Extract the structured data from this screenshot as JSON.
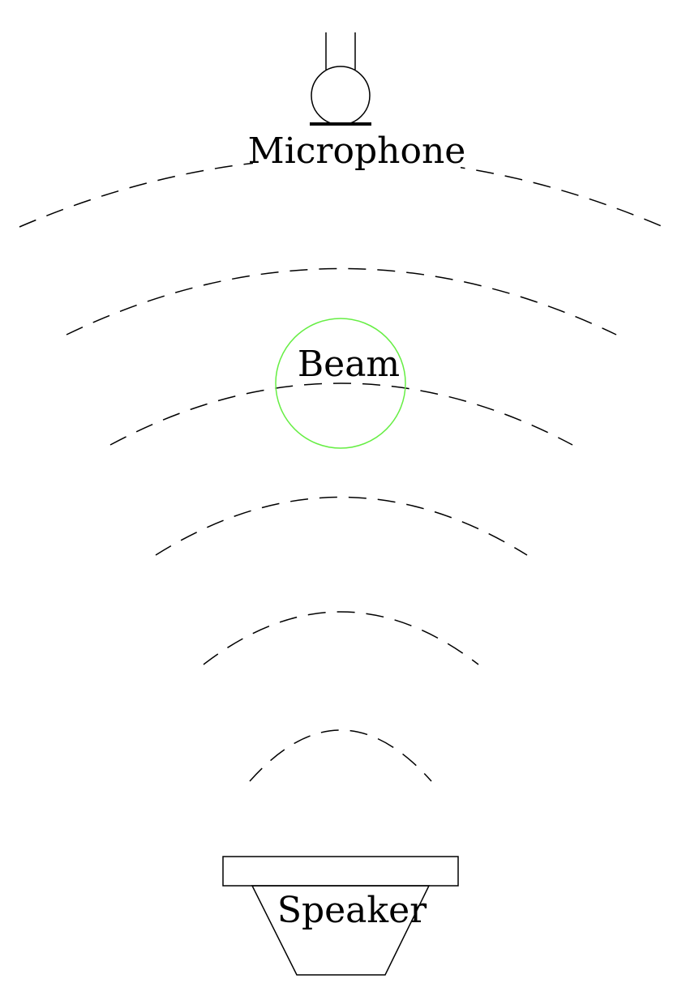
{
  "labels": {
    "microphone": "Microphone",
    "beam": "Beam",
    "speaker": "Speaker"
  },
  "colors": {
    "ink": "#000000",
    "beam": "#66ee44"
  },
  "waves": {
    "count": 6,
    "style": "dashed"
  }
}
